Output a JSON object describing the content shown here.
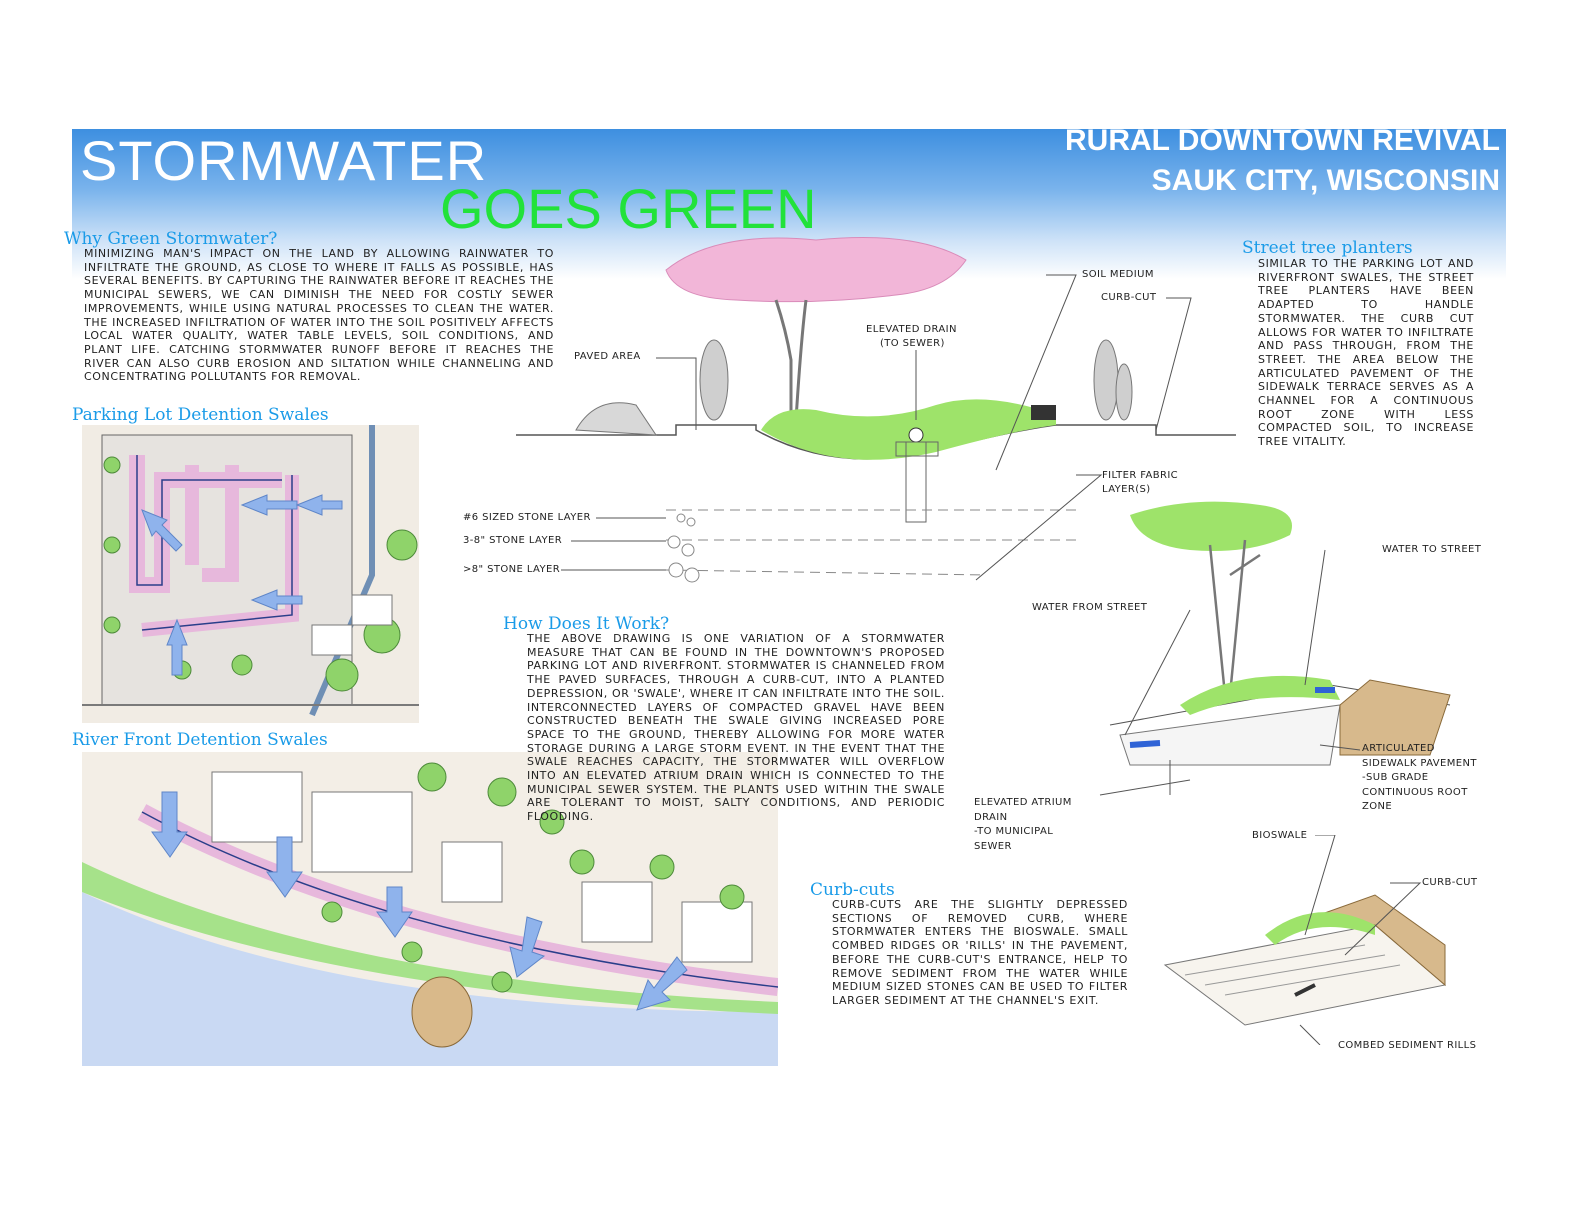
{
  "header": {
    "title_line1": "STORMWATER",
    "title_line2": "GOES GREEN",
    "project": "RURAL DOWNTOWN REVIVAL",
    "location": "SAUK CITY, WISCONSIN"
  },
  "sections": {
    "why": {
      "heading": "Why Green Stormwater?",
      "text": "Minimizing man's impact on the land by allowing rainwater to infiltrate the ground, as close to where it falls as possible, has several benefits. By capturing the rainwater before it reaches the municipal sewers, we can diminish the need for costly sewer improvements, while using natural processes to clean the water. The increased infiltration of water into the soil positively affects local water quality, water table levels, soil conditions, and plant life. Catching stormwater runoff before it reaches the river can also curb erosion and siltation while channeling and concentrating pollutants for removal."
    },
    "parking": {
      "heading": "Parking Lot Detention Swales"
    },
    "river": {
      "heading": "River Front Detention Swales"
    },
    "how": {
      "heading": "How Does It Work?",
      "text": "The above drawing is one variation of a stormwater measure that can be found in the downtown's proposed parking lot and riverfront. Stormwater is channeled from the paved surfaces, through a curb-cut, into a planted depression, or 'swale', where it can infiltrate into the soil. Interconnected layers of compacted gravel have been constructed beneath the swale giving increased pore space to the ground, thereby allowing for more water storage during a large storm event. In the event that the swale reaches capacity, the stormwater will overflow into an elevated atrium drain which is connected to the municipal sewer system. The plants used within the swale are tolerant to moist, salty conditions, and periodic flooding."
    },
    "street_tree": {
      "heading": "Street tree planters",
      "text": "Similar to the parking lot and riverfront swales, the street tree planters have been adapted to handle stormwater. The curb cut allows for water to infiltrate and pass through, from the street. The area below the articulated pavement of the sidewalk terrace serves as a channel for a continuous root zone with less compacted soil, to increase tree vitality."
    },
    "curb": {
      "heading": "Curb-cuts",
      "text": "Curb-cuts are the slightly depressed sections of removed curb, where stormwater enters the bioswale. Small combed ridges or 'rills' in the pavement, before the curb-cut's entrance, help to remove sediment from the water while medium sized stones can be used to filter larger sediment at the channel's exit."
    }
  },
  "section_labels": {
    "soil_medium": "Soil medium",
    "curb_cut": "Curb-cut",
    "elevated_drain_1": "Elevated drain",
    "elevated_drain_2": "(to sewer)",
    "paved_area": "Paved area",
    "filter_fabric_1": "Filter fabric",
    "filter_fabric_2": "layer(s)",
    "stone6": "#6 sized stone layer",
    "stone38": "3-8\" stone layer",
    "stone8": ">8\" stone layer"
  },
  "planter_labels": {
    "water_to_street": "Water to street",
    "water_from_street": "Water from street",
    "articulated": [
      "Articulated",
      "sidewalk pavement",
      "-sub grade",
      "continuous root",
      "zone"
    ],
    "atrium": [
      "Elevated atrium",
      "drain",
      "-To municipal",
      "sewer"
    ]
  },
  "curb_labels": {
    "bioswale": "Bioswale",
    "curb_cut": "Curb-cut",
    "combed": "Combed sediment rills"
  },
  "colors": {
    "banner": "#3d8fe0",
    "accent_green": "#22e23a",
    "heading_blue": "#1a9be8",
    "plant_green": "#9ee36a",
    "blossom_pink": "#f2b6d8",
    "arrow_blue": "#8fb3ec"
  }
}
